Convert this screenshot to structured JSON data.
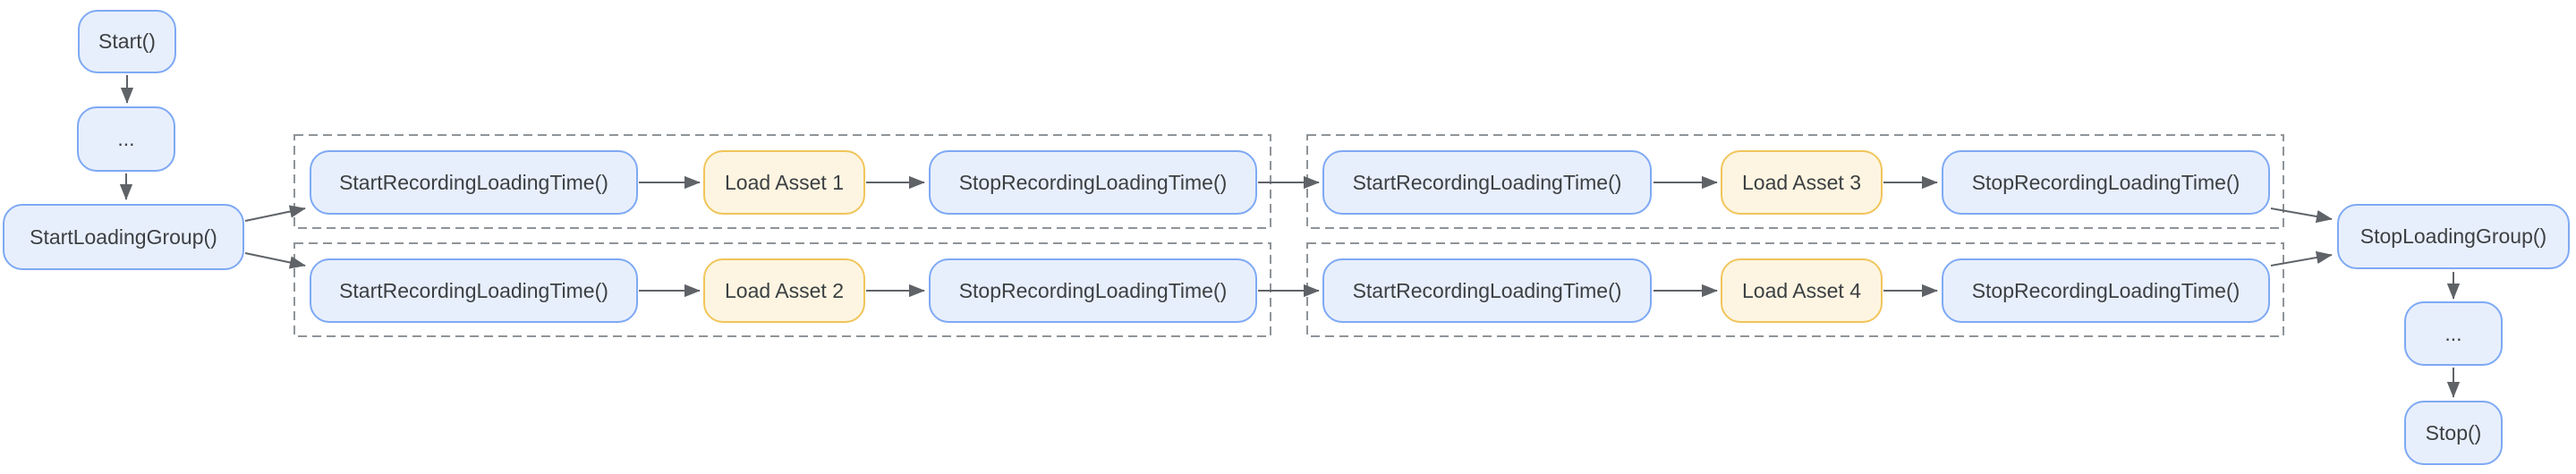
{
  "diagram_type": "flowchart",
  "colors": {
    "background": "#ffffff",
    "step_node_fill": "#e8effc",
    "step_node_border": "#7ea9f4",
    "asset_node_fill": "#fdf5e1",
    "asset_node_border": "#f0c55a",
    "node_text": "#3c4043",
    "arrow": "#5f6368",
    "group_boundary": "#8f9499"
  },
  "nodes": {
    "start": "Start()",
    "ellipsis_top": "...",
    "start_loading_group": "StartLoadingGroup()",
    "g1_r1_start": "StartRecordingLoadingTime()",
    "g1_r1_asset": "Load Asset 1",
    "g1_r1_stop": "StopRecordingLoadingTime()",
    "g1_r2_start": "StartRecordingLoadingTime()",
    "g1_r2_asset": "Load Asset 2",
    "g1_r2_stop": "StopRecordingLoadingTime()",
    "g2_r1_start": "StartRecordingLoadingTime()",
    "g2_r1_asset": "Load Asset 3",
    "g2_r1_stop": "StopRecordingLoadingTime()",
    "g2_r2_start": "StartRecordingLoadingTime()",
    "g2_r2_asset": "Load Asset 4",
    "g2_r2_stop": "StopRecordingLoadingTime()",
    "stop_loading_group": "StopLoadingGroup()",
    "ellipsis_bottom": "...",
    "stop": "Stop()"
  }
}
